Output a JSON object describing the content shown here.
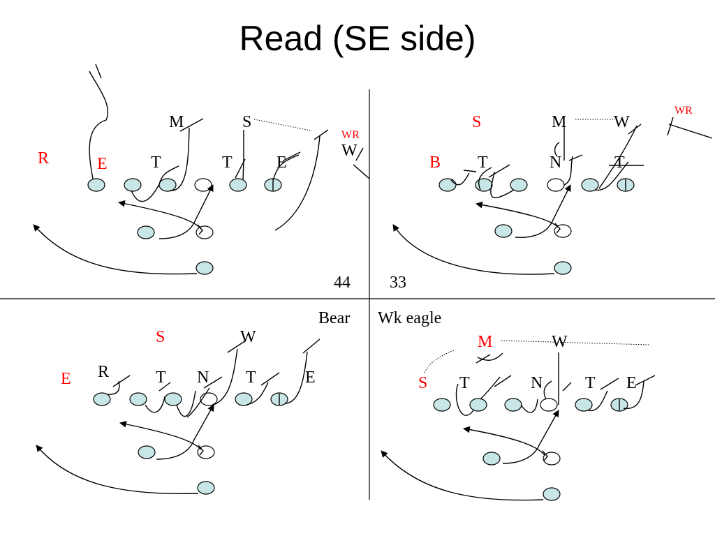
{
  "title": "Read (SE side)",
  "colors": {
    "defense_highlight": "#ff0000",
    "offense_fill": "#c9e6e6",
    "line": "#000000"
  },
  "panels": [
    {
      "number": "44",
      "labels": [
        {
          "text": "M",
          "color": "#000000"
        },
        {
          "text": "S",
          "color": "#000000"
        },
        {
          "text": "WR",
          "color": "#ff0000"
        },
        {
          "text": "W",
          "color": "#000000"
        },
        {
          "text": "R",
          "color": "#ff0000"
        },
        {
          "text": "E",
          "color": "#ff0000"
        },
        {
          "text": "T",
          "color": "#000000"
        },
        {
          "text": "T",
          "color": "#000000"
        },
        {
          "text": "E",
          "color": "#000000"
        }
      ]
    },
    {
      "number": "33",
      "labels": [
        {
          "text": "S",
          "color": "#ff0000"
        },
        {
          "text": "M",
          "color": "#000000"
        },
        {
          "text": "W",
          "color": "#000000"
        },
        {
          "text": "WR",
          "color": "#ff0000"
        },
        {
          "text": "B",
          "color": "#ff0000"
        },
        {
          "text": "T",
          "color": "#000000"
        },
        {
          "text": "N",
          "color": "#000000"
        },
        {
          "text": "T",
          "color": "#000000"
        }
      ]
    },
    {
      "number": "Bear",
      "labels": [
        {
          "text": "S",
          "color": "#ff0000"
        },
        {
          "text": "W",
          "color": "#000000"
        },
        {
          "text": "R",
          "color": "#000000"
        },
        {
          "text": "E",
          "color": "#ff0000"
        },
        {
          "text": "T",
          "color": "#000000"
        },
        {
          "text": "N",
          "color": "#000000"
        },
        {
          "text": "T",
          "color": "#000000"
        },
        {
          "text": "E",
          "color": "#000000"
        }
      ]
    },
    {
      "number": "Wk eagle",
      "labels": [
        {
          "text": "M",
          "color": "#ff0000"
        },
        {
          "text": "W",
          "color": "#000000"
        },
        {
          "text": "S",
          "color": "#ff0000"
        },
        {
          "text": "T",
          "color": "#000000"
        },
        {
          "text": "N",
          "color": "#000000"
        },
        {
          "text": "T",
          "color": "#000000"
        },
        {
          "text": "E",
          "color": "#000000"
        }
      ]
    }
  ]
}
